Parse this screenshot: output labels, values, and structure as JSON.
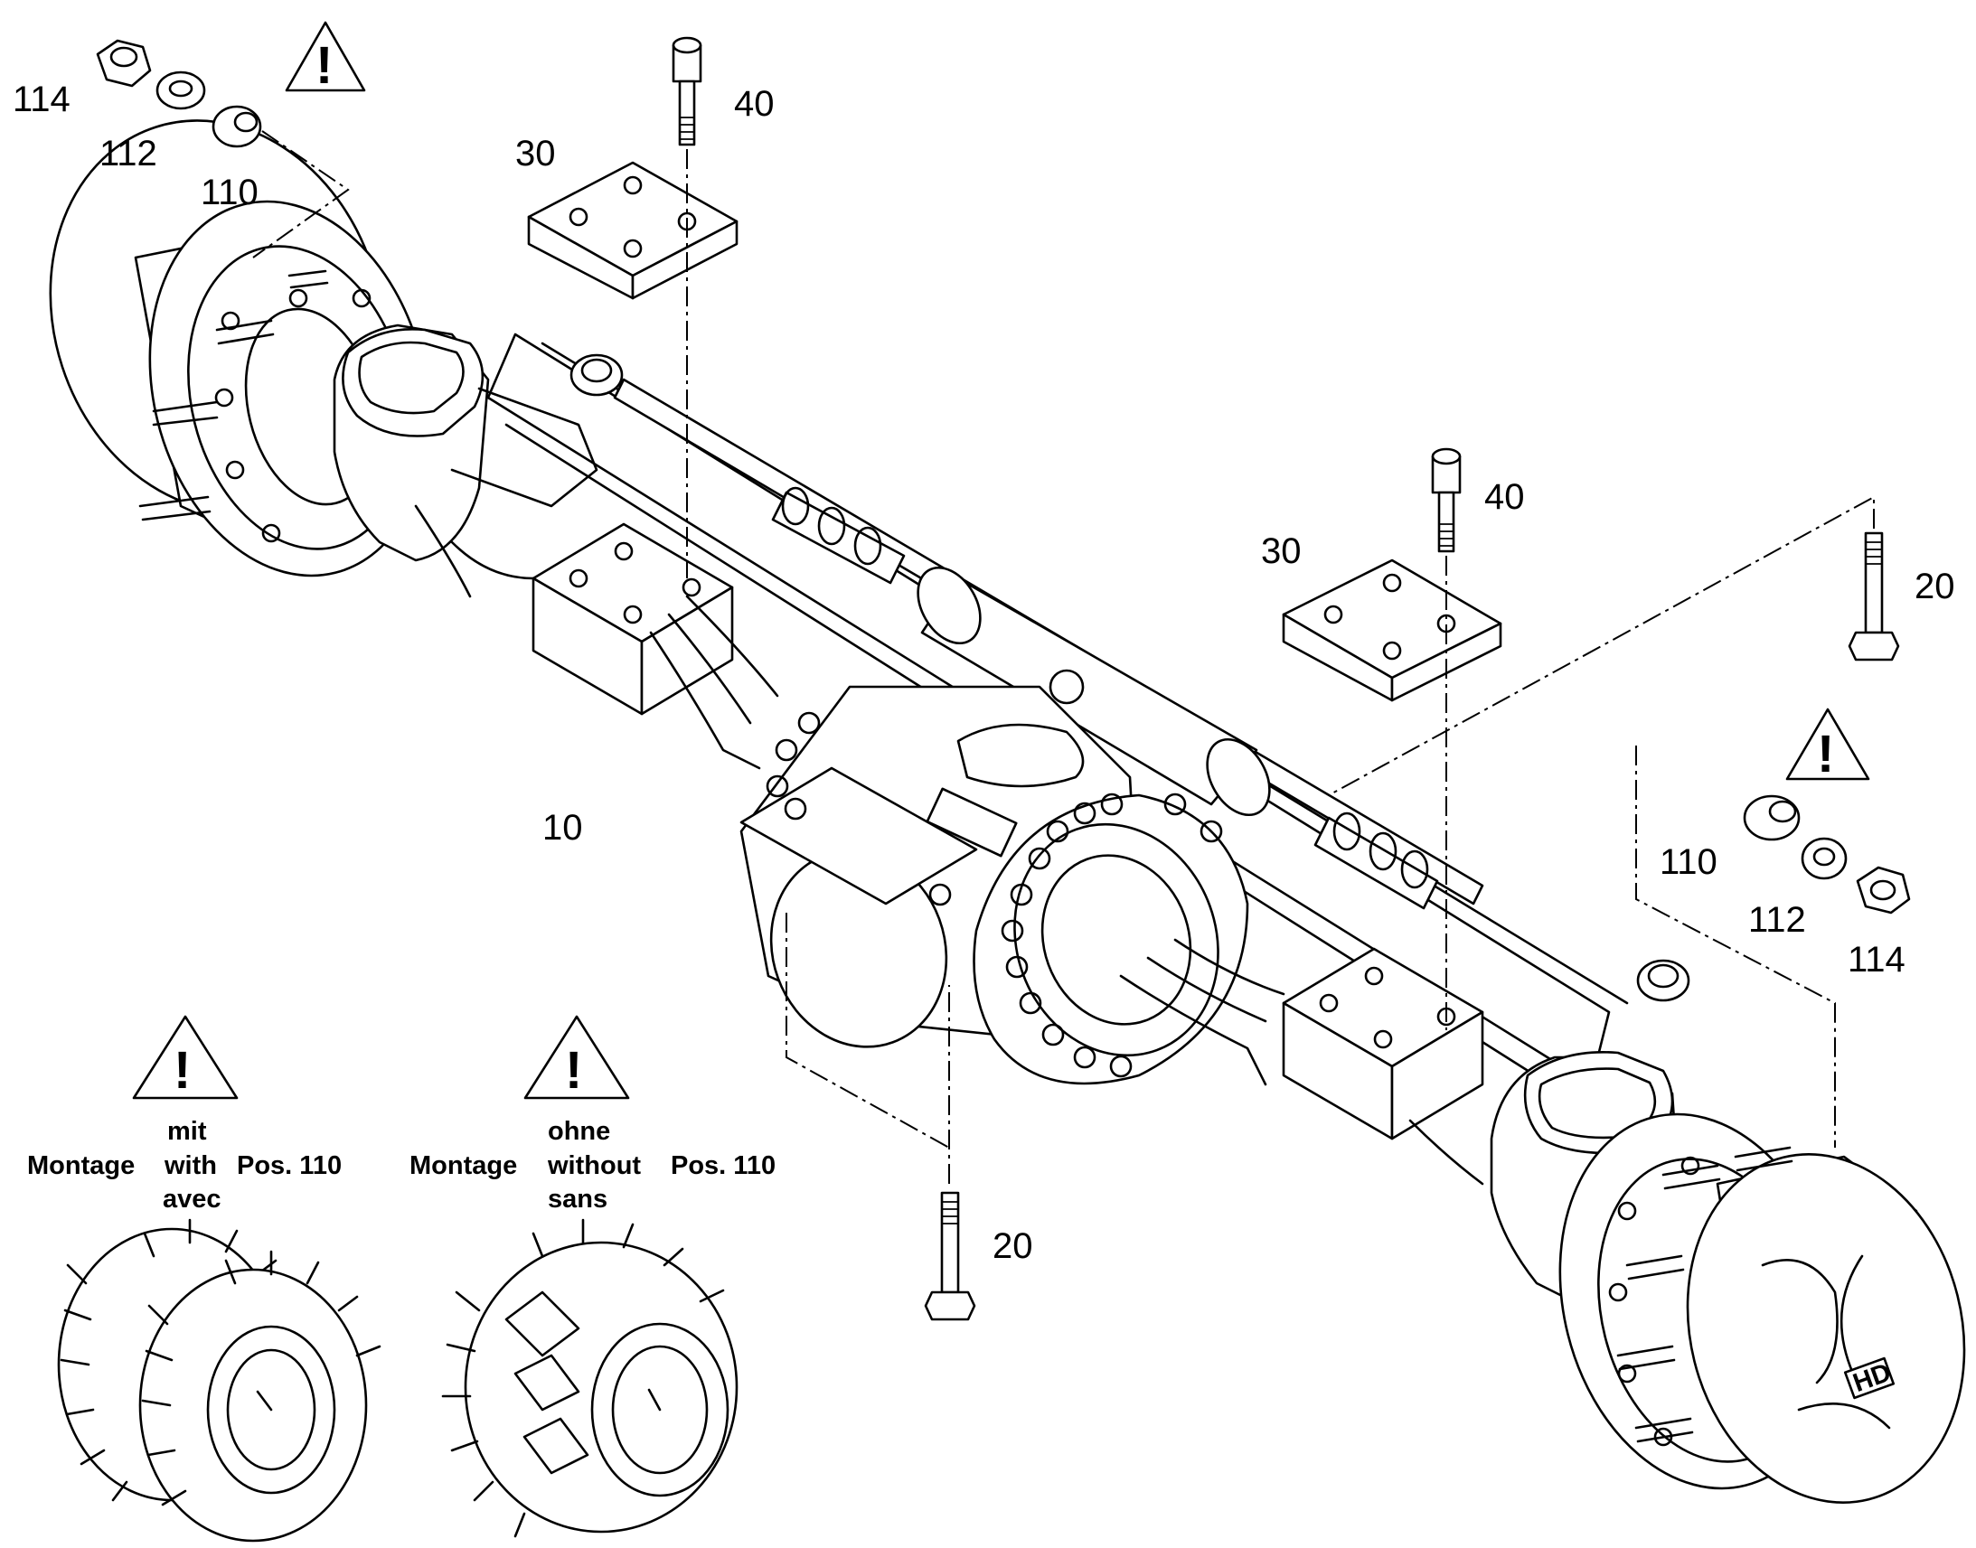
{
  "diagram": {
    "callouts": {
      "p10": "10",
      "p20_right": "20",
      "p20_bottom": "20",
      "p30_left": "30",
      "p30_right": "30",
      "p40_left": "40",
      "p40_right": "40",
      "p110_left": "110",
      "p110_right": "110",
      "p112_left": "112",
      "p112_right": "112",
      "p114_left": "114",
      "p114_right": "114"
    },
    "warning_symbol": "!",
    "notes": {
      "with": {
        "line1": "mit",
        "word_montage": "Montage",
        "line2": "with",
        "pos": "Pos. 110",
        "line3": "avec"
      },
      "without": {
        "line1": "ohne",
        "word_montage": "Montage",
        "line2": "without",
        "pos": "Pos. 110",
        "line3": "sans"
      }
    },
    "hub_logo": "HD"
  }
}
